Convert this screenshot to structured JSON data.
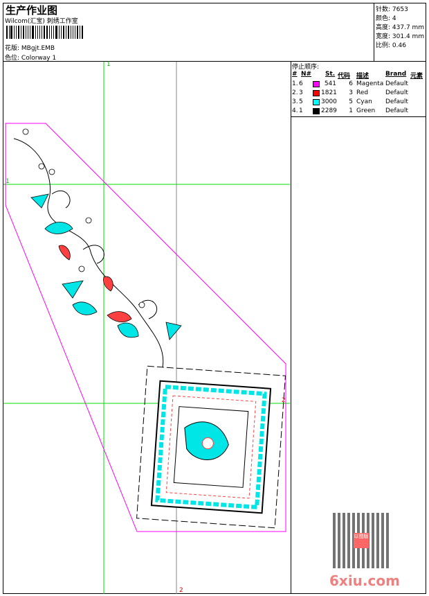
{
  "header": {
    "title": "生产作业图",
    "company": "Wilcom(汇宝) 刺绣工作室",
    "design_label": "花版:",
    "design_value": "MBgjt.EMB",
    "colorway_label": "色位:",
    "colorway_value": "Colorway 1"
  },
  "stats": [
    {
      "label": "针数:",
      "value": "7653"
    },
    {
      "label": "颜色:",
      "value": "4"
    },
    {
      "label": "高度:",
      "value": "437.7 mm"
    },
    {
      "label": "宽度:",
      "value": "301.4 mm"
    },
    {
      "label": "比例:",
      "value": "0.46"
    }
  ],
  "stop_sequence": {
    "title": "停止顺序:",
    "headers": [
      "#",
      "N#",
      "St.",
      "代码",
      "描述",
      "Brand",
      "元素"
    ],
    "rows": [
      {
        "idx": "1.",
        "n": "6",
        "st": "541",
        "code": "6",
        "desc": "Magenta",
        "brand": "Default",
        "color": "#ff00ff"
      },
      {
        "idx": "2.",
        "n": "3",
        "st": "1821",
        "code": "3",
        "desc": "Red",
        "brand": "Default",
        "color": "#ff0000"
      },
      {
        "idx": "3.",
        "n": "5",
        "st": "3000",
        "code": "5",
        "desc": "Cyan",
        "brand": "Default",
        "color": "#00ffff"
      },
      {
        "idx": "4.",
        "n": "1",
        "st": "2289",
        "code": "1",
        "desc": "Green",
        "brand": "Default",
        "color": "#000000"
      }
    ]
  },
  "guides": {
    "top_label": "1",
    "left_label": "1",
    "right_label": "2",
    "bottom_label": "2"
  },
  "watermark": {
    "text": "6xiu.com",
    "stamp": "以图版"
  }
}
